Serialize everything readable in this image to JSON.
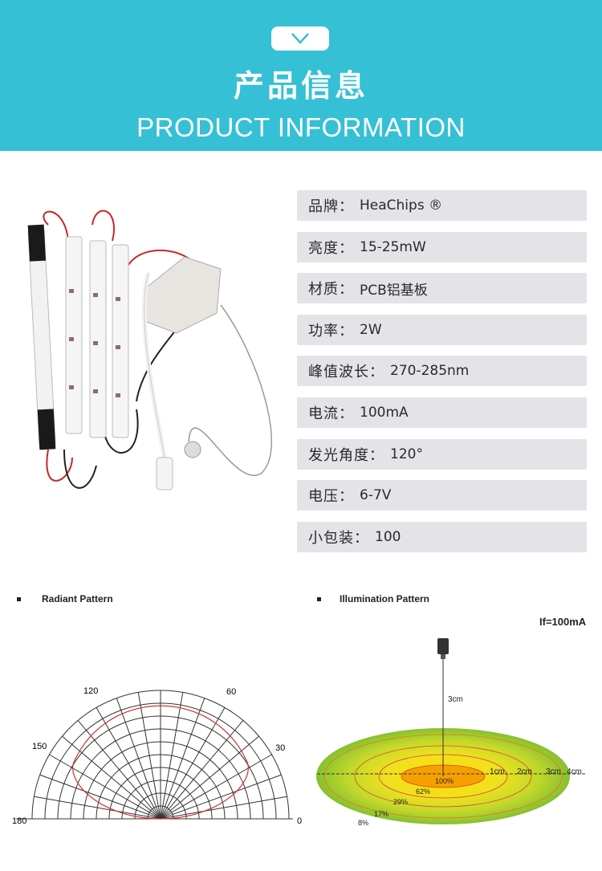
{
  "header": {
    "title_cn": "产品信息",
    "title_en": "PRODUCT INFORMATION",
    "bg_color": "#35c0d6",
    "icon": "chevron-down-icon"
  },
  "specs": [
    {
      "label": "品牌",
      "value": "HeaChips ®"
    },
    {
      "label": "亮度",
      "value": "15-25mW"
    },
    {
      "label": "材质",
      "value": "PCB铝基板"
    },
    {
      "label": "功率",
      "value": "2W"
    },
    {
      "label": "峰值波长",
      "value": "270-285nm"
    },
    {
      "label": "电流",
      "value": "100mA"
    },
    {
      "label": "发光角度",
      "value": "120°"
    },
    {
      "label": "电压",
      "value": "6-7V"
    },
    {
      "label": "小包装",
      "value": "100"
    }
  ],
  "spec_separator": "：",
  "radiant": {
    "title": "Radiant Pattern",
    "angle_labels": [
      "120",
      "60",
      "150",
      "30",
      "180",
      "0"
    ]
  },
  "illumination": {
    "title": "Illumination Pattern",
    "current": "If=100mA",
    "height_label": "3cm",
    "radius_labels": [
      "1cm",
      "2cm",
      "3cm",
      "4cm"
    ],
    "percent_labels": [
      "100%",
      "62%",
      "29%",
      "17%",
      "8%"
    ]
  }
}
